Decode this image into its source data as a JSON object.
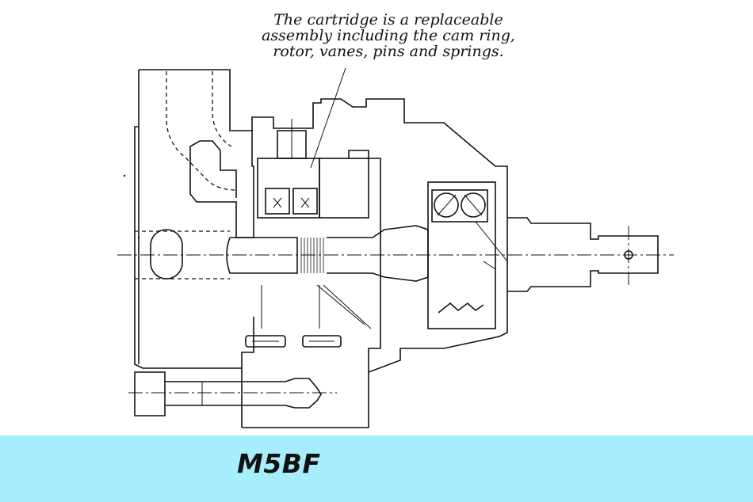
{
  "caption": {
    "line1": "The cartridge is a replaceable",
    "line2": "assembly including the cam ring,",
    "line3": "rotor, vanes, pins and springs."
  },
  "footer": {
    "model": "M5BF"
  },
  "colors": {
    "band": "#a6eefc",
    "lines": "#111111"
  }
}
